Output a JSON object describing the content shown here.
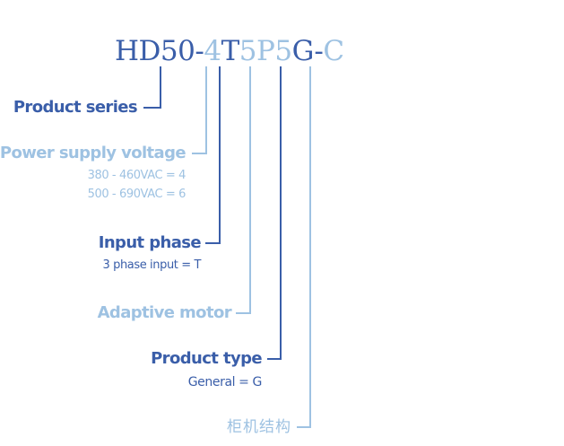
{
  "model_code": {
    "segments": [
      {
        "text": "HD50",
        "tone": "dark"
      },
      {
        "text": "-",
        "tone": "dark"
      },
      {
        "text": "4",
        "tone": "light"
      },
      {
        "text": "T",
        "tone": "dark"
      },
      {
        "text": "5P5",
        "tone": "light"
      },
      {
        "text": "G",
        "tone": "dark"
      },
      {
        "text": "-",
        "tone": "dark"
      },
      {
        "text": "C",
        "tone": "light"
      }
    ]
  },
  "fields": {
    "product_series": {
      "label": "Product series"
    },
    "power_supply_voltage": {
      "label": "Power supply voltage",
      "options": [
        "380 - 460VAC = 4",
        "500 - 690VAC = 6"
      ]
    },
    "input_phase": {
      "label": "Input phase",
      "options": [
        "3 phase input = T"
      ]
    },
    "adaptive_motor": {
      "label": "Adaptive motor"
    },
    "product_type": {
      "label": "Product type",
      "options": [
        "General = G"
      ]
    },
    "cabinet_structure": {
      "label": "柜机结构"
    }
  },
  "colors": {
    "dark": "#3a5ea9",
    "light": "#9ec2e2"
  }
}
